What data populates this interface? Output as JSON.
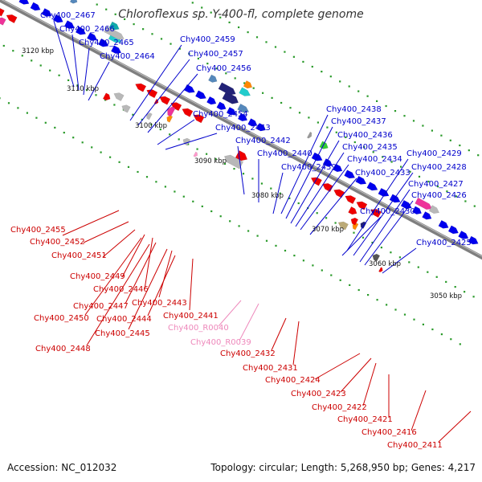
{
  "title": "Chloroflexus sp. Y-400-fl, complete genome",
  "footer": {
    "accession": "Accession: NC_012032",
    "topology": "Topology: circular; Length: 5,268,950 bp; Genes: 4,217"
  },
  "colors": {
    "forward_label": "#0000cc",
    "reverse_label": "#cc0000",
    "rna_label": "#ee88bb",
    "backbone": "#7f7f7f",
    "tick": "#2a9a2a"
  },
  "scale_labels": [
    "3120 kbp",
    "3110 kbp",
    "3100 kbp",
    "3090 kbp",
    "3080 kbp",
    "3070 kbp",
    "3060 kbp",
    "3050 kbp"
  ],
  "forward_genes": [
    "Chy400_2467",
    "Chy400_2466",
    "Chy400_2465",
    "Chy400_2464",
    "Chy400_2459",
    "Chy400_2457",
    "Chy400_2456",
    "Chy400_2454",
    "Chy400_2453",
    "Chy400_2442",
    "Chy400_2440",
    "Chy400_2439",
    "Chy400_2438",
    "Chy400_2437",
    "Chy400_2436",
    "Chy400_2435",
    "Chy400_2434",
    "Chy400_2433",
    "Chy400_2429",
    "Chy400_2428",
    "Chy400_2427",
    "Chy400_2426",
    "Chy400_2430",
    "Chy400_2425"
  ],
  "reverse_genes": [
    "Chy400_2455",
    "Chy400_2452",
    "Chy400_2451",
    "Chy400_2449",
    "Chy400_2446",
    "Chy400_2447",
    "Chy400_2443",
    "Chy400_2450",
    "Chy400_2444",
    "Chy400_2441",
    "Chy400_2445",
    "Chy400_2448",
    "Chy400_2432",
    "Chy400_2431",
    "Chy400_2424",
    "Chy400_2423",
    "Chy400_2422",
    "Chy400_2421",
    "Chy400_2416",
    "Chy400_2411"
  ],
  "rna_genes": [
    "Chy400_R0040",
    "Chy400_R0039"
  ]
}
